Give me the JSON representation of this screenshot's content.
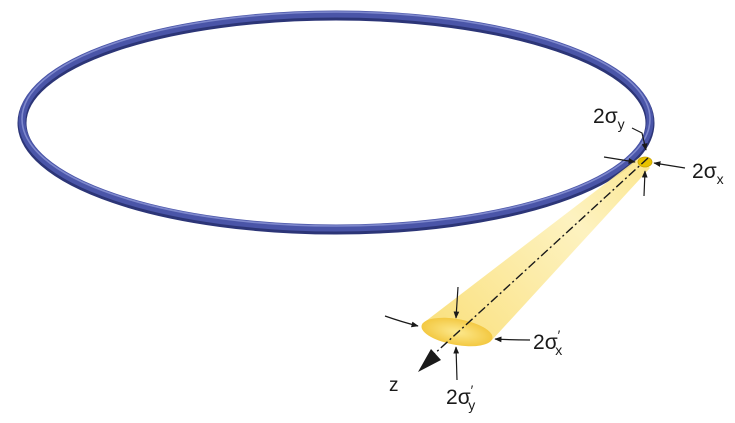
{
  "labels": {
    "sigma_y_source": {
      "coef": "2",
      "sym": "σ",
      "sub": "y"
    },
    "sigma_x_source": {
      "coef": "2",
      "sym": "σ",
      "sub": "x"
    },
    "sigma_x_prime": {
      "coef": "2",
      "sym": "σ",
      "prime": "′",
      "sub": "x"
    },
    "sigma_y_prime": {
      "coef": "2",
      "sym": "σ",
      "prime": "′",
      "sub": "y"
    },
    "axis": "z"
  },
  "colors": {
    "ring_dark": "#2c3577",
    "ring_main": "#4a55a8",
    "ring_highlight": "#8b95d6",
    "beam_light": "#fdf2b8",
    "beam_mid": "#f9dc6a",
    "beam_spot": "#f2c43a",
    "source_spot": "#e8c200",
    "ink": "#1a1a1a"
  }
}
